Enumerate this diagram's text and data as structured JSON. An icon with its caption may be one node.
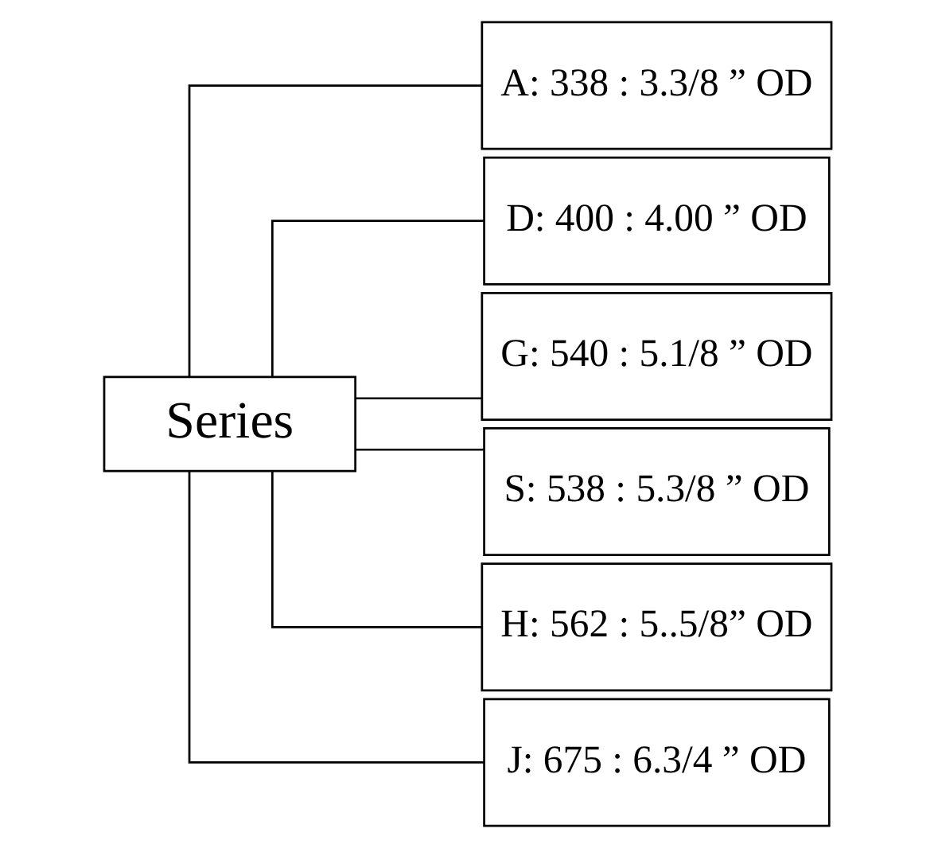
{
  "diagram": {
    "nodes": [
      {
        "text": [
          "Series"
        ]
      },
      {
        "text": [
          "A: 338 : 3.3/8 ” OD"
        ]
      },
      {
        "text": [
          "D: 400 : 4.00 ” OD"
        ]
      },
      {
        "text": [
          "G: 540 : 5.1/8 ” OD"
        ]
      },
      {
        "text": [
          "S: 538 : 5.3/8 ” OD"
        ]
      },
      {
        "text": [
          "H: 562 : 5..5/8” OD"
        ]
      },
      {
        "text": [
          "J: 675 : 6.3/4 ” OD"
        ]
      }
    ],
    "edges": [
      {
        "from": 0,
        "to": 1,
        "arrow": "none"
      },
      {
        "from": 0,
        "to": 2,
        "arrow": "none"
      },
      {
        "from": 0,
        "to": 3,
        "arrow": "none"
      },
      {
        "from": 0,
        "to": 4,
        "arrow": "none"
      },
      {
        "from": 0,
        "to": 5,
        "arrow": "none"
      },
      {
        "from": 0,
        "to": 6,
        "arrow": "none"
      }
    ]
  }
}
